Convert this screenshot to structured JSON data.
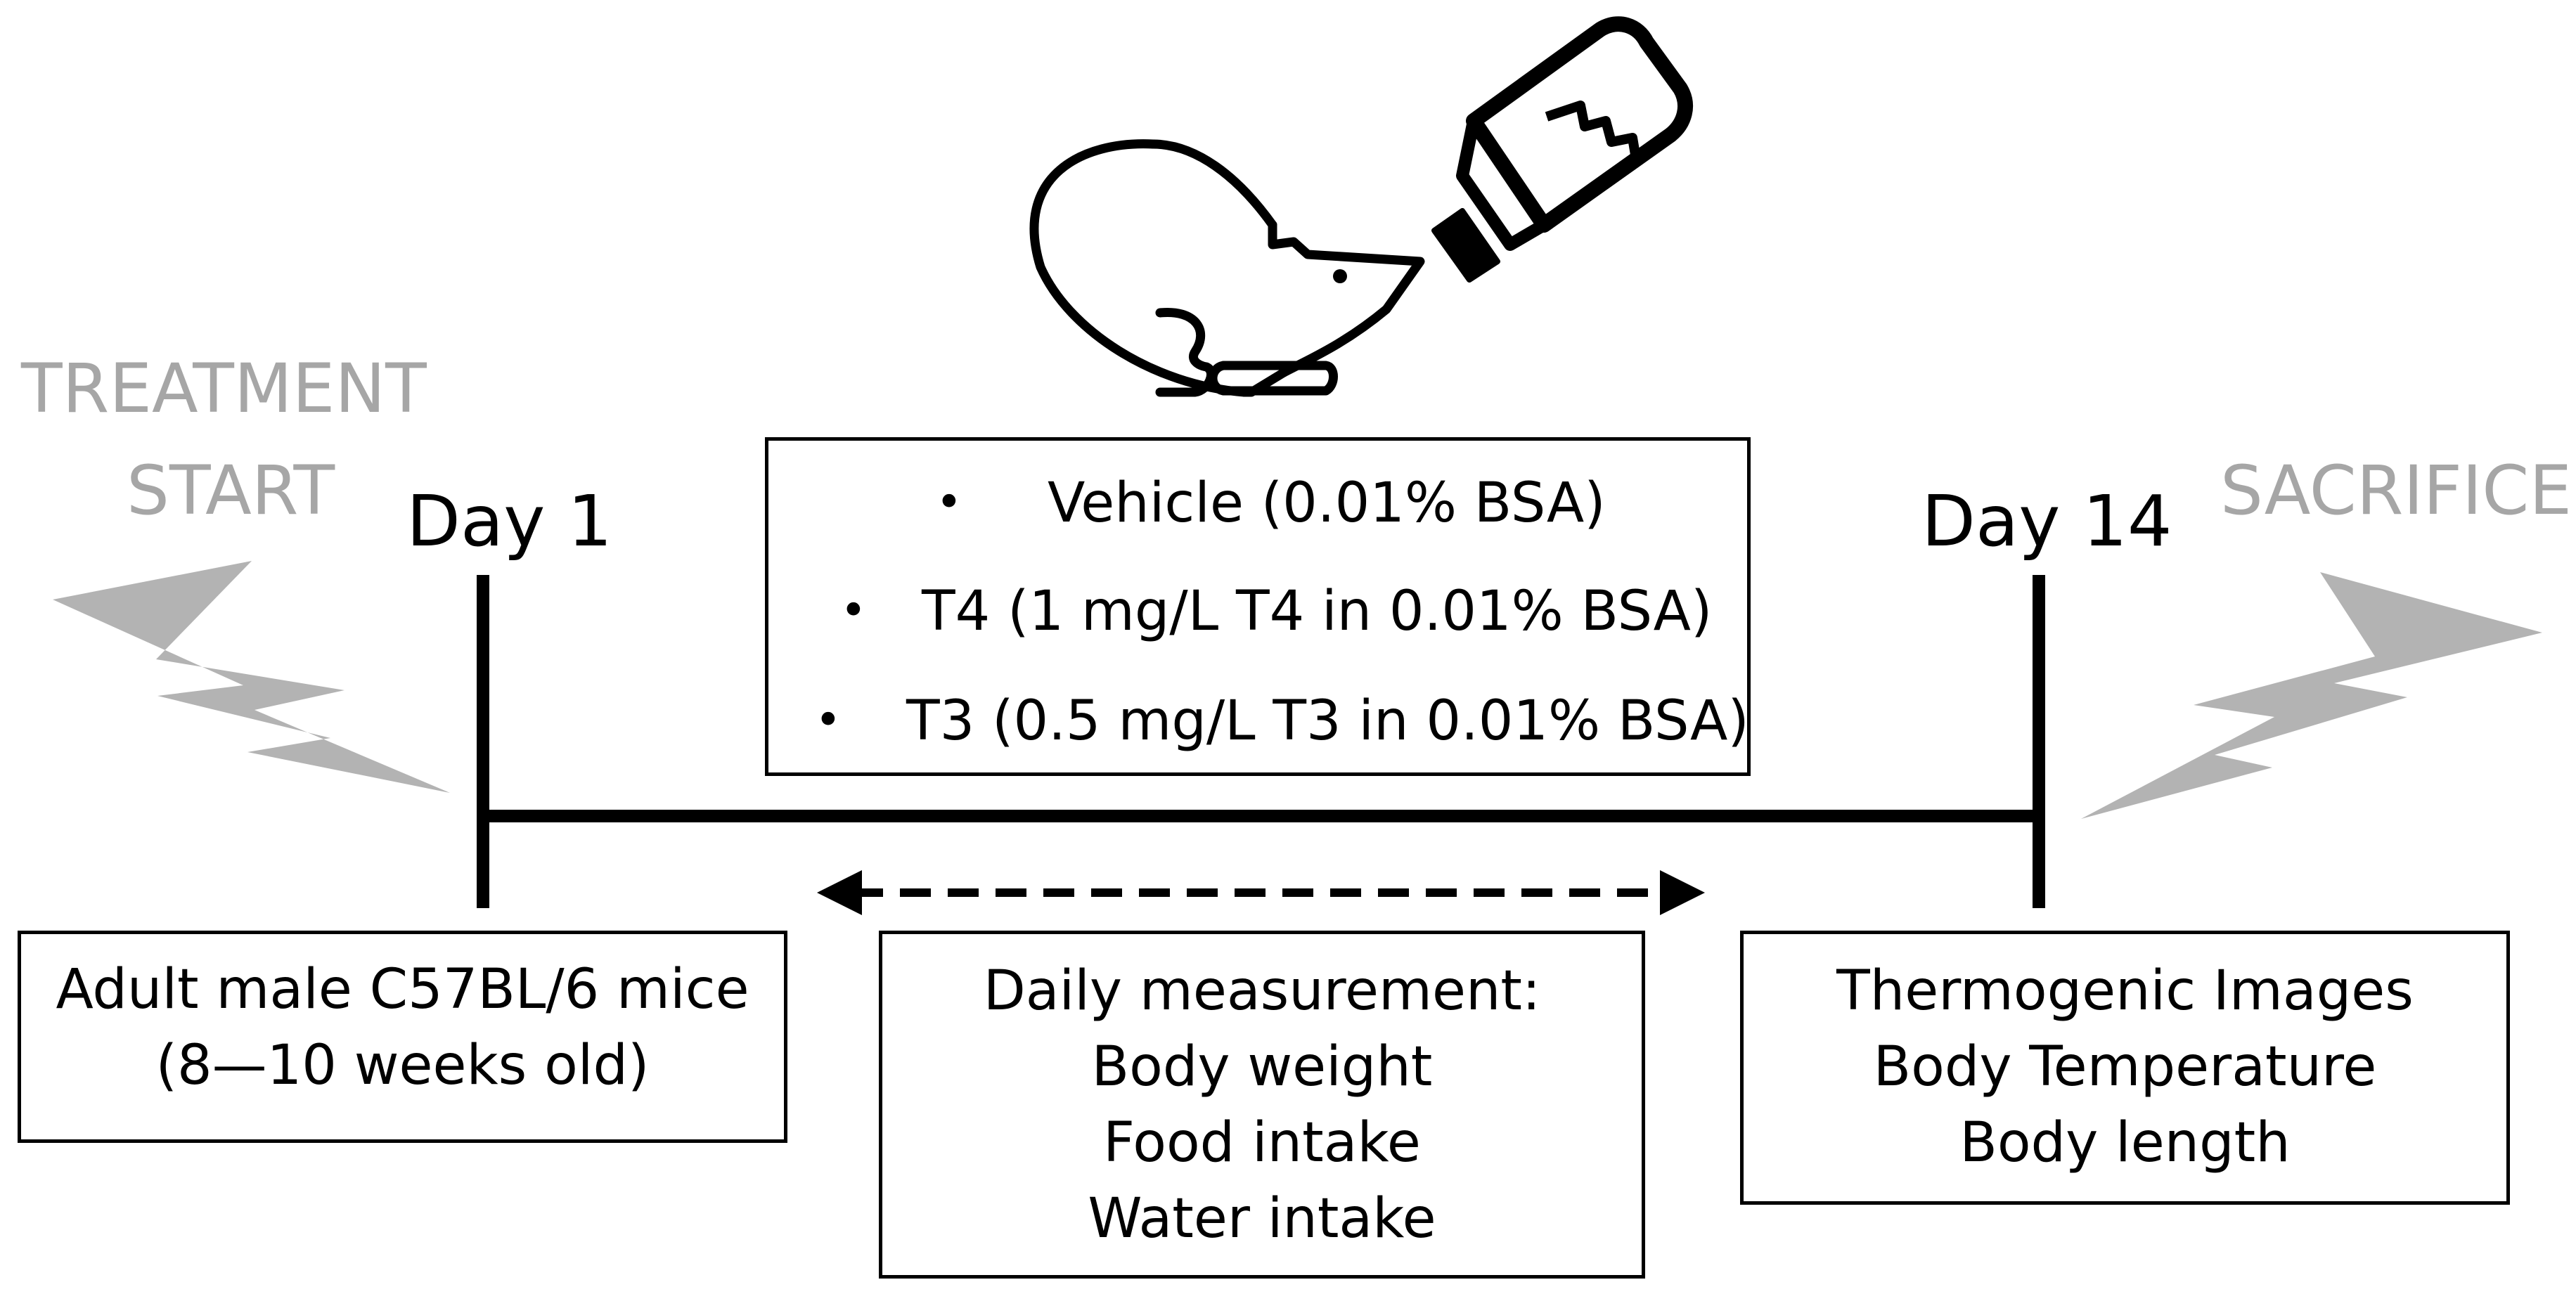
{
  "labels": {
    "treatment_start_line1": "TREATMENT",
    "treatment_start_line2": "START",
    "sacrifice": "SACRIFICE",
    "day_start": "Day 1",
    "day_end": "Day 14"
  },
  "treatments": {
    "bullet": "•",
    "items": [
      "Vehicle (0.01% BSA)",
      "T4 (1 mg/L T4 in 0.01% BSA)",
      "T3 (0.5 mg/L T3 in 0.01% BSA)"
    ]
  },
  "animals": {
    "line1": "Adult male  C57BL/6 mice",
    "line2": "(8—10 weeks old)"
  },
  "daily": {
    "title": "Daily measurement:",
    "items": [
      "Body weight",
      "Food intake",
      "Water intake"
    ]
  },
  "endpoints": {
    "items": [
      "Thermogenic Images",
      "Body Temperature",
      "Body length"
    ]
  },
  "icons": {
    "mouse": "mouse-icon",
    "bottle": "bottle-icon",
    "bolt_left": "lightning-bolt-icon",
    "bolt_right": "lightning-bolt-icon"
  },
  "colors": {
    "line": "#000000",
    "label_gray": "#a6a6a6",
    "bolt_gray": "#b3b3b3"
  }
}
